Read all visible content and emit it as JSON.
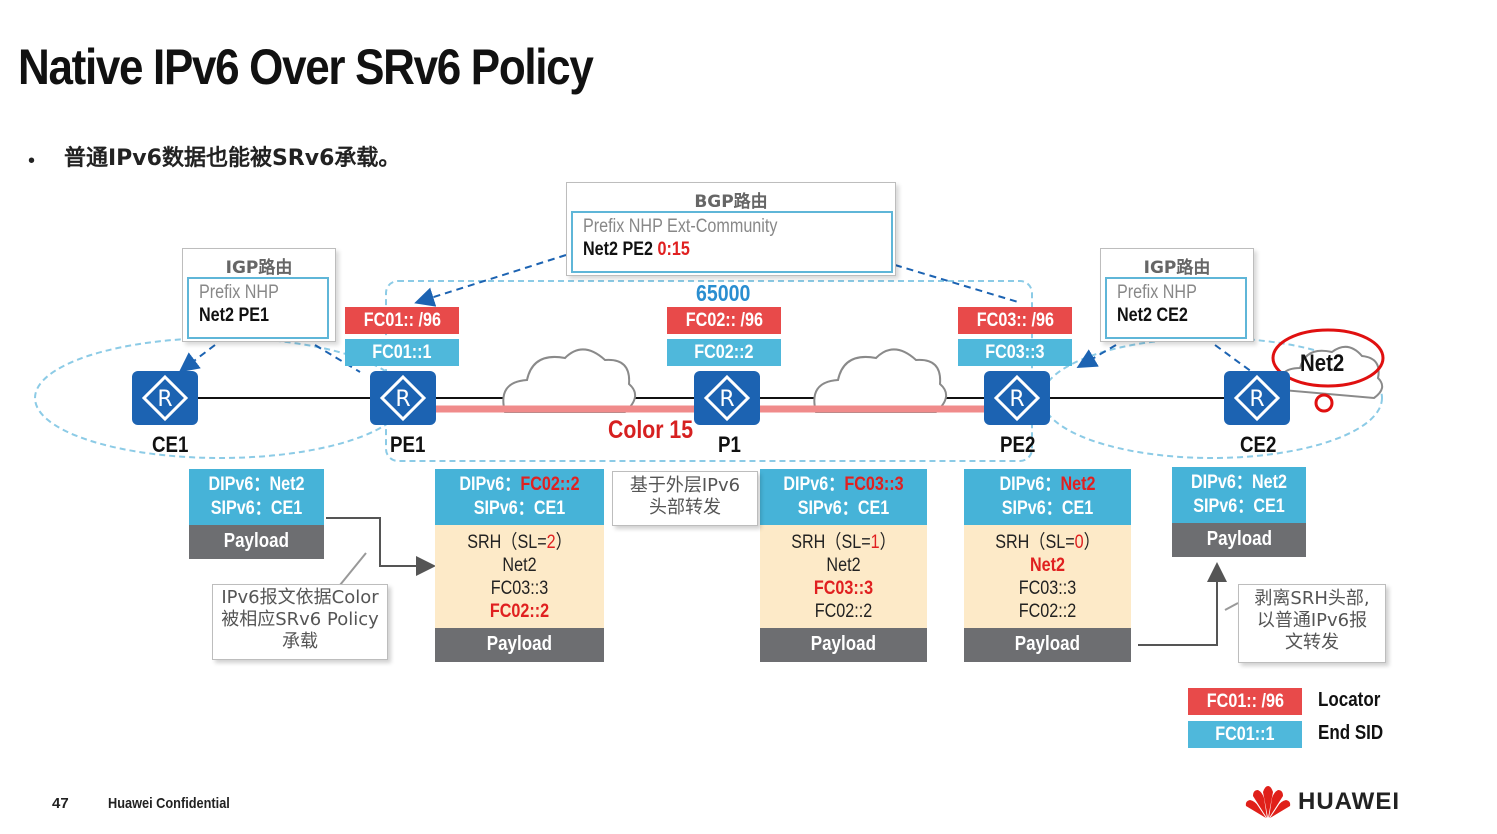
{
  "title": "Native IPv6 Over SRv6 Policy",
  "bullet": "普通IPv6数据也能被SRv6承载。",
  "bgp_route": {
    "title": "BGP路由",
    "header": "Prefix  NHP  Ext-Community",
    "row_prefix": "Net2  PE2  ",
    "row_community": "0:15"
  },
  "igp_left": {
    "title": "IGP路由",
    "header": "Prefix  NHP",
    "row": "Net2  PE1"
  },
  "igp_right": {
    "title": "IGP路由",
    "header": "Prefix  NHP",
    "row": "Net2  CE2"
  },
  "as_number": "65000",
  "color_label": "Color 15",
  "nodes": {
    "ce1": "CE1",
    "pe1": "PE1",
    "p1": "P1",
    "pe2": "PE2",
    "ce2": "CE2"
  },
  "tags": {
    "pe1_locator": "FC01:: /96",
    "pe1_sid": "FC01::1",
    "p1_locator": "FC02:: /96",
    "p1_sid": "FC02::2",
    "pe2_locator": "FC03:: /96",
    "pe2_sid": "FC03::3"
  },
  "packets": {
    "ce1": {
      "dip_label": "DIPv6：",
      "dip": "Net2",
      "sip": "SIPv6：CE1",
      "payload": "Payload"
    },
    "pe1": {
      "dip_label": "DIPv6：",
      "dip": "FC02::2",
      "sip": "SIPv6：CE1",
      "srh_label": "SRH（SL=",
      "srh_sl": "2",
      "srh_end": "）",
      "seg0": "Net2",
      "seg1": "FC03::3",
      "seg2": "FC02::2",
      "payload": "Payload"
    },
    "p1": {
      "dip_label": "DIPv6：",
      "dip": "FC03::3",
      "sip": "SIPv6：CE1",
      "srh_label": "SRH（SL=",
      "srh_sl": "1",
      "srh_end": "）",
      "seg0": "Net2",
      "seg1": "FC03::3",
      "seg2": "FC02::2",
      "payload": "Payload"
    },
    "pe2": {
      "dip_label": "DIPv6：",
      "dip": "Net2",
      "sip": "SIPv6：CE1",
      "srh_label": "SRH（SL=",
      "srh_sl": "0",
      "srh_end": "）",
      "seg0": "Net2",
      "seg1": "FC03::3",
      "seg2": "FC02::2",
      "payload": "Payload"
    },
    "ce2": {
      "dip_label": "DIPv6：",
      "dip": "Net2",
      "sip": "SIPv6：CE1",
      "payload": "Payload"
    }
  },
  "callouts": {
    "outer_forward": [
      "基于外层IPv6",
      "头部转发"
    ],
    "color_policy": [
      "IPv6报文依据Color",
      "被相应SRv6 Policy",
      "承载"
    ],
    "strip_srh": [
      "剥离SRH头部,",
      "以普通IPv6报",
      "文转发"
    ]
  },
  "handwritten_note": "Net2",
  "legend": {
    "locator_sample": "FC01:: /96",
    "locator_label": "Locator",
    "sid_sample": "FC01::1",
    "sid_label": "End SID"
  },
  "footer": {
    "page": "47",
    "confidential": "Huawei Confidential",
    "brand": "HUAWEI"
  },
  "colors": {
    "locator": "#e84a4a",
    "sid": "#4fb8db",
    "router": "#1c63b2",
    "srh_bg": "#fdeac8",
    "payload": "#6d6e71",
    "accent_red": "#e02020"
  }
}
